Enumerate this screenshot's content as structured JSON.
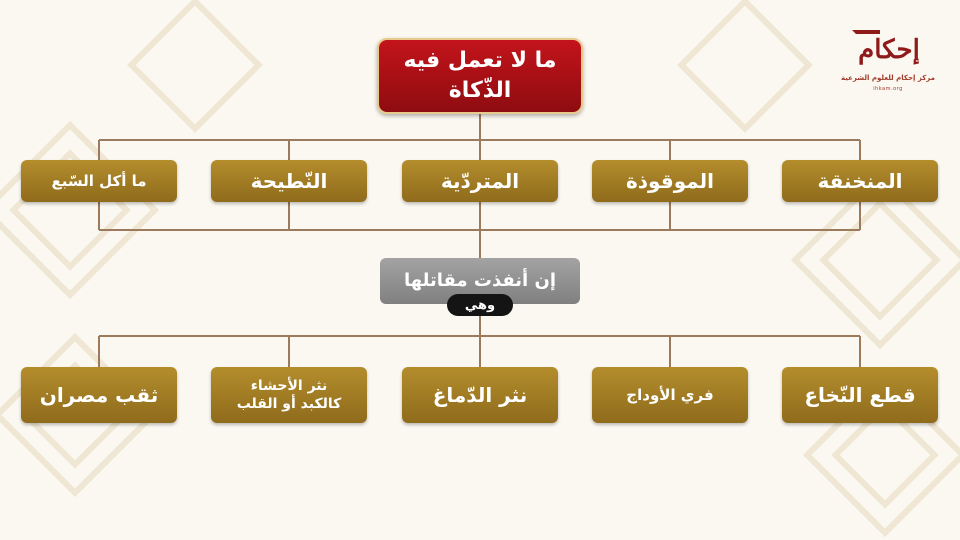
{
  "diagram": {
    "root": "ما لا تعمل فيه الذّكاة",
    "items": [
      "المنخنقة",
      "الموقوذة",
      "المتردّية",
      "النّطيحة",
      "ما أكل السّبع"
    ],
    "condition": "إن أنفذت مقاتلها",
    "condition_note": "وهي",
    "fatal_wounds": [
      "قطع النّخاع",
      "فري الأوداج",
      "نثر الدّماغ",
      "نثر الأحشاء كالكبد أو القلب",
      "ثقب مصران"
    ]
  },
  "logo": {
    "mark": "إحكام",
    "subtitle": "مركز إحكام للعلوم الشرعية",
    "subtitle2": "ihkam.org"
  },
  "colors": {
    "gold": "#a27c25",
    "root_red": "#b01117",
    "connector": "#9c7a5c",
    "condition_gray": "#929292",
    "pill_black": "#141414",
    "background": "#fbf8f1"
  }
}
